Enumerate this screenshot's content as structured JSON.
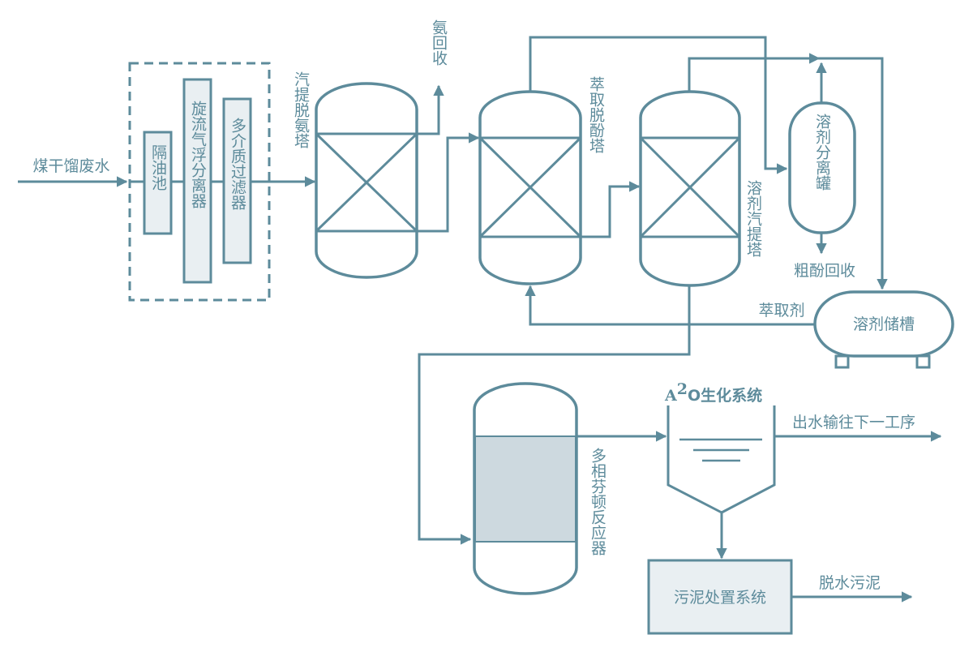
{
  "labels": {
    "feed": "煤干馏废水",
    "oil_separator": "隔油池",
    "flotation": "旋流气浮分离器",
    "media_filter": "多介质过滤器",
    "stripping": "汽提脱氨塔",
    "ammonia_recovery": "氨回收",
    "extraction": "萃取脱酚塔",
    "solvent_stripping": "溶剂汽提塔",
    "separation_tank": "溶剂分离罐",
    "crude_phenol": "粗酚回收",
    "extractant": "萃取剂",
    "solvent_storage": "溶剂储槽",
    "fenton": "多相芬顿反应器",
    "ao_prefix": "A",
    "ao_sup": "2",
    "ao_suffix": "O生化系统",
    "effluent": "出水输往下一工序",
    "sludge_system": "污泥处置系统",
    "dewatered_sludge": "脱水污泥"
  },
  "colors": {
    "line": "#5d8b9b",
    "box_fill": "#e9eff2",
    "fenton_fill": "#cdd9df"
  }
}
